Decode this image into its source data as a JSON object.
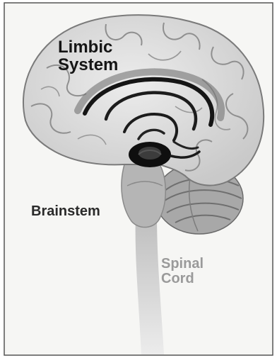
{
  "labels": {
    "limbic_line1": "Limbic",
    "limbic_line2": "System",
    "brainstem": "Brainstem",
    "spinal_line1": "Spinal",
    "spinal_line2": "Cord"
  },
  "colors": {
    "background": "#f6f6f4",
    "cortex": "#dcdcdc",
    "cortex_fold": "#8f8f8f",
    "limbic": "#1a1a1a",
    "brainstem": "#b6b6b6",
    "cerebellum": "#aaaaaa",
    "spinal_cord": "#d2d2d2"
  }
}
